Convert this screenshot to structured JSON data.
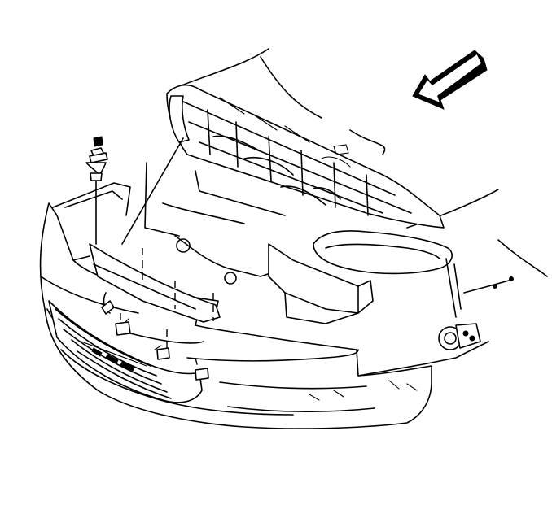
{
  "diagram": {
    "kind": "line-art exploded view",
    "subject_parts": [
      "front-fascia",
      "radiator-support",
      "headlamp-assembly",
      "fog-lamp",
      "push-pin-retainer",
      "direction-arrow"
    ],
    "stroke_color": "#000000",
    "background_color": "#ffffff"
  }
}
